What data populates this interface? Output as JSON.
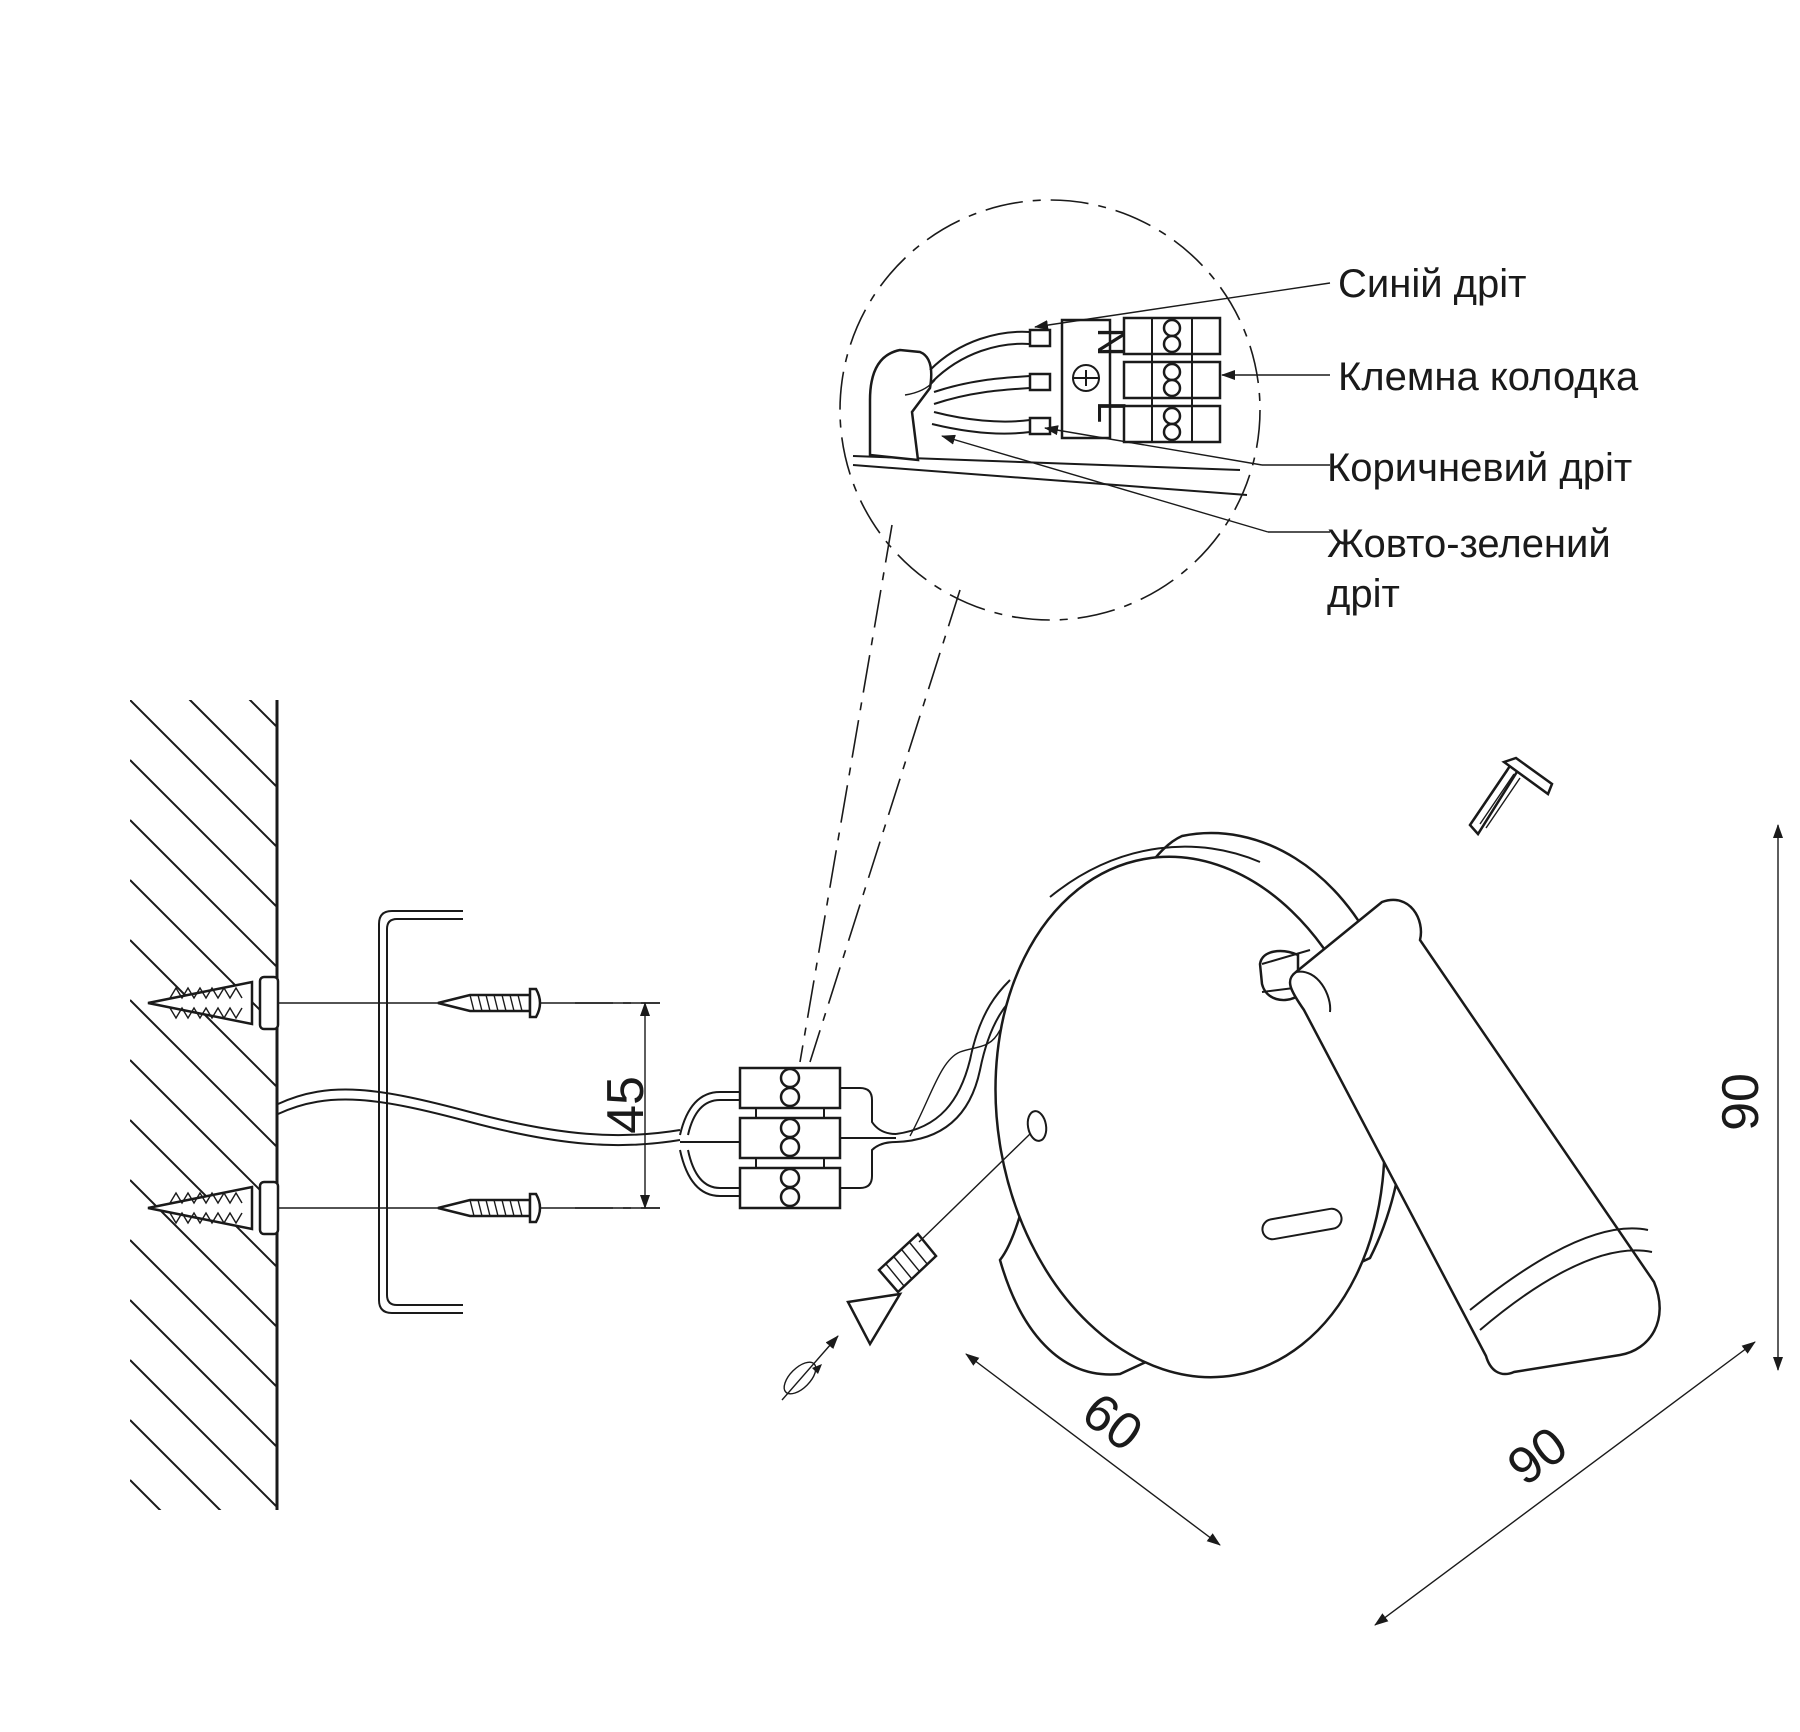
{
  "callouts": {
    "blue_wire": "Синій дріт",
    "terminal_block": "Клемна колодка",
    "brown_wire": "Коричневий дріт",
    "yellow_green_wire_line1": "Жовто-зелений",
    "yellow_green_wire_line2": "дріт"
  },
  "terminal_marks": {
    "neutral": "N",
    "line": "L"
  },
  "dimensions": {
    "mount_spacing": "45",
    "height": "90",
    "depth": "60",
    "width": "90"
  }
}
